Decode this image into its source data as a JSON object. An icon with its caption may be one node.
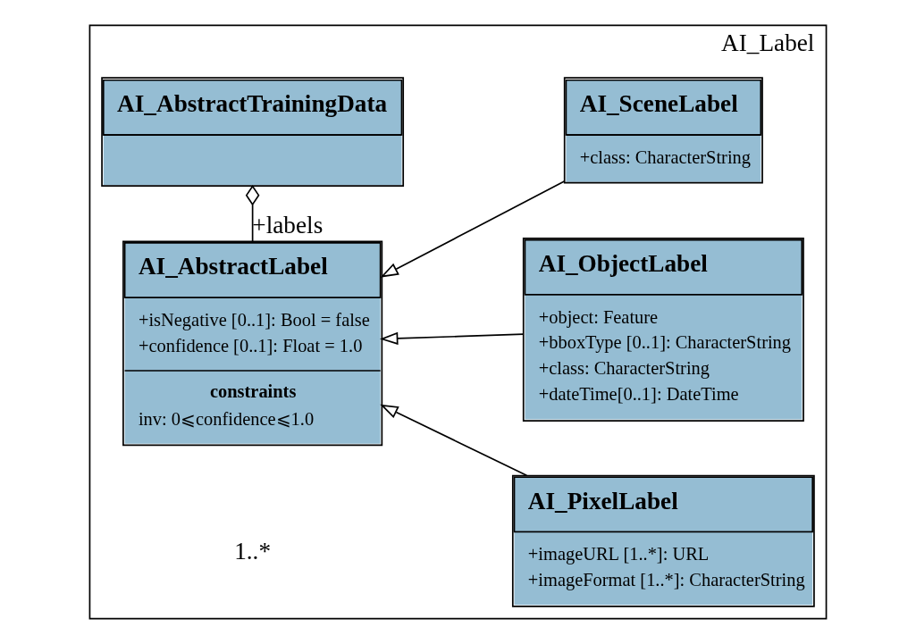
{
  "diagram": {
    "nodes": [
      {
        "text": [
          "AI_Label"
        ]
      },
      {
        "text": [
          "AI_AbstractTrainingData"
        ],
        "in": 0
      },
      {
        "text": [
          "AI_AbstractLabel",
          "+isNegative [0..1]: Bool = false",
          "+confidence [0..1]: Float = 1.0",
          "constraints",
          "inv: 0⩽confidence⩽1.0"
        ],
        "in": 0
      },
      {
        "text": [
          "AI_SceneLabel",
          "+class: CharacterString"
        ],
        "in": 0
      },
      {
        "text": [
          "AI_ObjectLabel",
          "+object: Feature",
          "+bboxType [0..1]: CharacterString",
          "+class: CharacterString",
          "+dateTime[0..1]: DateTime"
        ],
        "in": 0
      },
      {
        "text": [
          "AI_PixelLabel",
          "+imageURL [1..*]: URL",
          "+imageFormat [1..*]: CharacterString"
        ],
        "in": 0
      }
    ],
    "edges": [
      {
        "from": 1,
        "to": 2,
        "arrow": "other",
        "label": "+labels"
      },
      {
        "from": 3,
        "to": 2,
        "arrow": "to"
      },
      {
        "from": 4,
        "to": 2,
        "arrow": "to"
      },
      {
        "from": 5,
        "to": 2,
        "arrow": "to"
      }
    ],
    "labels": [
      "1..*"
    ]
  }
}
